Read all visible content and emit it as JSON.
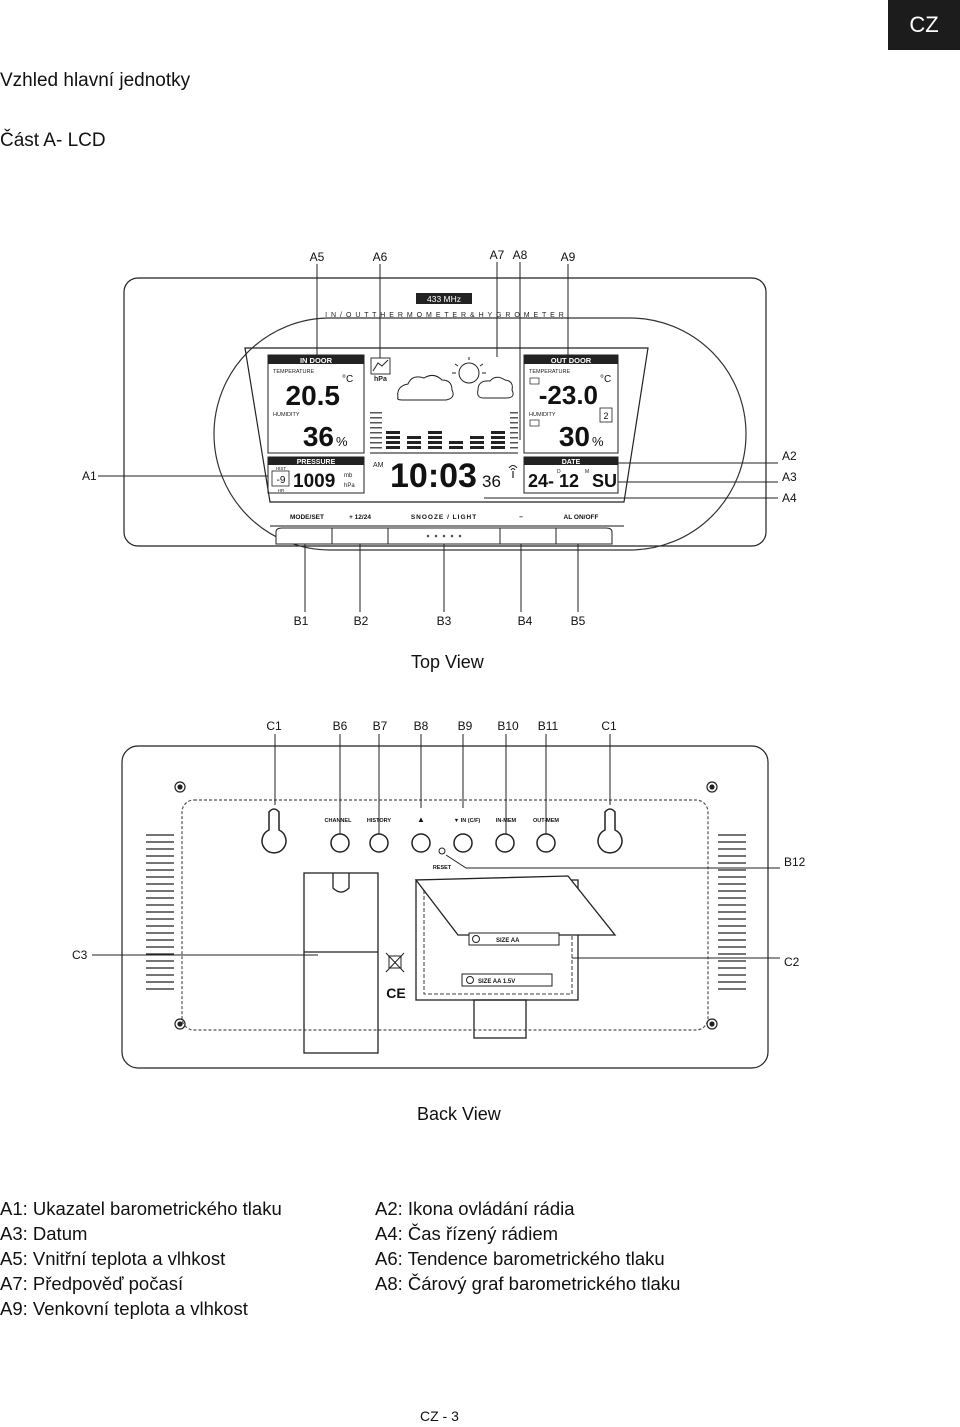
{
  "lang_tab": "CZ",
  "heading": "Vzhled hlavní jednotky",
  "subheading": "Část A- LCD",
  "top_view": {
    "caption": "Top View",
    "callouts_top": [
      "A5",
      "A6",
      "A7",
      "A8",
      "A9"
    ],
    "callouts_right": [
      "A2",
      "A3",
      "A4"
    ],
    "callout_left": "A1",
    "callouts_bottom": [
      "B1",
      "B2",
      "B3",
      "B4",
      "B5"
    ],
    "freq_badge": "433 MHz",
    "brand_strip": "I N / O U T   T H E R M O M E T E R  &  H Y G R O M E T E R",
    "indoor": {
      "label": "IN DOOR",
      "temp_label": "TEMPERATURE",
      "temp": "20.5",
      "temp_unit": "°C",
      "hum_label": "HUMIDITY",
      "hum": "36",
      "hum_unit": "%"
    },
    "outdoor": {
      "label": "OUT DOOR",
      "temp_label": "TEMPERATURE",
      "temp": "-23.0",
      "temp_unit": "°C",
      "hum_label": "HUMIDITY",
      "hum": "30",
      "hum_unit": "%",
      "channel": "2"
    },
    "pressure": {
      "label": "PRESSURE",
      "value": "1009",
      "unit1": "mb",
      "unit2": "hPa",
      "hist_top": "HIST",
      "hist": "-9",
      "hist_bottom": "HR"
    },
    "hpa_icon": "hPa",
    "clock": {
      "ampm": "AM",
      "time": "10:03",
      "seconds": "36"
    },
    "date": {
      "label": "DATE",
      "value": "24- 12",
      "month_mark": "M",
      "day_mark": "D",
      "weekday": "SU"
    },
    "buttons": [
      "MODE/SET",
      "+ 12/24",
      "SNOOZE / LIGHT",
      "−",
      "AL ON/OFF"
    ]
  },
  "back_view": {
    "caption": "Back View",
    "callouts_top": [
      "C1",
      "B6",
      "B7",
      "B8",
      "B9",
      "B10",
      "B11",
      "C1"
    ],
    "callouts_right": [
      "B12",
      "C2"
    ],
    "callout_left": "C3",
    "button_labels": [
      "CHANNEL",
      "HISTORY",
      "▲",
      "▼ IN (C/F)",
      "IN-MEM",
      "OUT-MEM"
    ],
    "reset_label": "RESET",
    "battery_top": "SIZE AA",
    "battery_bottom": "SIZE AA 1.5V"
  },
  "legend_left": [
    "A1: Ukazatel barometrického tlaku",
    "A3: Datum",
    "A5: Vnitřní teplota a vlhkost",
    "A7: Předpověď počasí",
    "A9: Venkovní teplota a vlhkost"
  ],
  "legend_right": [
    "A2: Ikona ovládání rádia",
    "A4: Čas řízený rádiem",
    "A6: Tendence barometrického tlaku",
    "A8: Čárový graf barometrického tlaku"
  ],
  "page_number": "CZ - 3"
}
